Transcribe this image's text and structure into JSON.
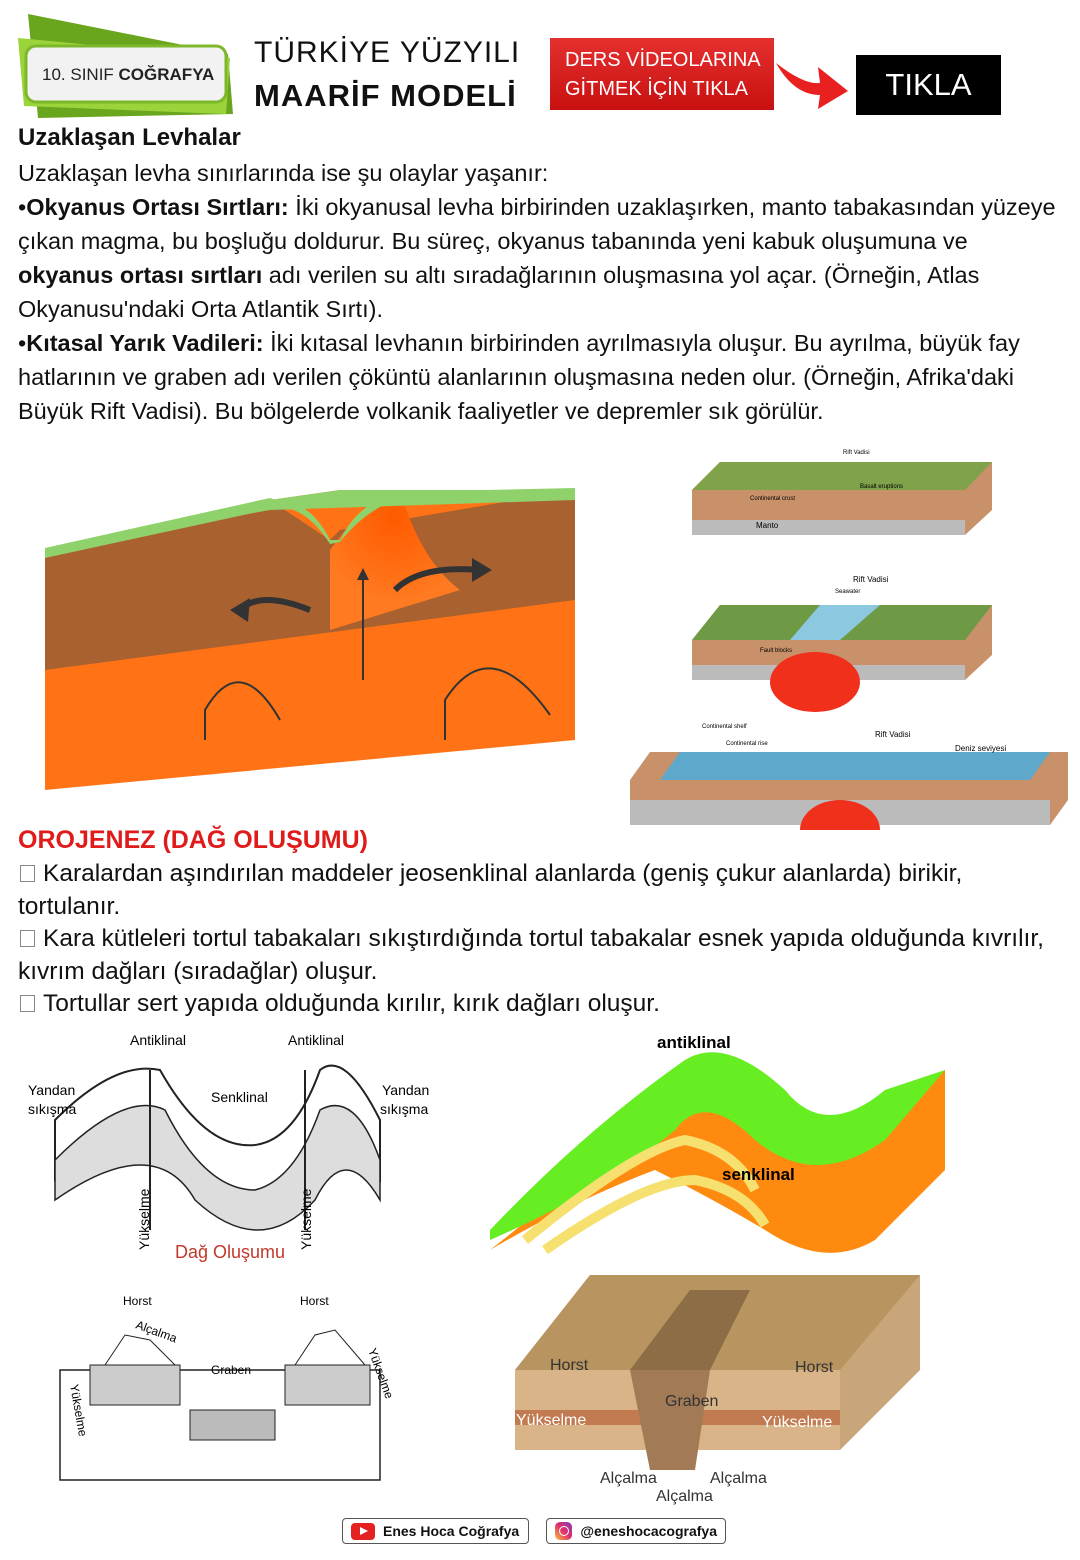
{
  "header": {
    "badge": {
      "prefix": "10. SINIF ",
      "bold": "COĞRAFYA"
    },
    "title_line1": "TÜRKİYE YÜZYILI",
    "title_line2": "MAARİF MODELİ",
    "video_button": {
      "line1": "DERS VİDEOLARINA",
      "line2": "GİTMEK İÇİN TIKLA"
    },
    "tikla_button": "TIKLA"
  },
  "section1": {
    "heading": "Uzaklaşan Levhalar",
    "intro": "Uzaklaşan levha sınırlarında ise şu olaylar yaşanır:",
    "p1": {
      "bullet": "•",
      "term": "Okyanus Ortası Sırtları:",
      "t1": " İki okyanusal levha birbirinden uzaklaşırken, manto tabakasından yüzeye çıkan magma, bu boşluğu doldurur. Bu süreç, okyanus tabanında yeni kabuk oluşumuna ve ",
      "bold2": "okyanus ortası sırtları",
      "t2": " adı verilen su altı sıradağlarının oluşmasına yol açar. (Örneğin, Atlas Okyanusu'ndaki Orta Atlantik Sırtı)."
    },
    "p2": {
      "bullet": "•",
      "term": "Kıtasal Yarık Vadileri:",
      "t1": " İki kıtasal levhanın birbirinden ayrılmasıyla oluşur. Bu ayrılma, büyük fay hatlarının ve graben adı verilen çöküntü alanlarının oluşmasına neden olur. (Örneğin, Afrika'daki Büyük Rift Vadisi). Bu bölgelerde volkanik faaliyetler ve depremler sık görülür."
    }
  },
  "rift_diagrams": {
    "d1": {
      "rift": "Rift Vadisi",
      "crust": "Continental crust",
      "basalt": "Basalt eruptions",
      "mantle": "Manto"
    },
    "d2": {
      "rift": "Rift Vadisi",
      "seawater": "Seawater",
      "fault": "Fault blocks"
    },
    "d3": {
      "shelf": "Continental shelf",
      "rise": "Continental rise",
      "rift": "Rift Vadisi",
      "sea_level": "Deniz seviyesi"
    }
  },
  "section2": {
    "heading": "OROJENEZ (DAĞ OLUŞUMU)",
    "items": [
      "Karalardan aşındırılan maddeler jeosenklinal alanlarda (geniş çukur alanlarda) birikir, tortulanır.",
      "Kara kütleleri tortul tabakaları sıkıştırdığında tortul tabakalar esnek yapıda olduğunda kıvrılır, kıvrım dağları (sıradağlar) oluşur.",
      "Tortullar sert yapıda olduğunda kırılır, kırık dağları oluşur."
    ]
  },
  "fold_diagram": {
    "antiklinal": "Antiklinal",
    "senklinal": "Senklinal",
    "yandan": "Yandan",
    "sikisma": "sıkışma",
    "yukselme": "Yükselme",
    "caption": "Dağ Oluşumu"
  },
  "fold_3d": {
    "antiklinal": "antiklinal",
    "senklinal": "senklinal"
  },
  "horst_diagram": {
    "horst": "Horst",
    "graben": "Graben",
    "alcalma": "Alçalma",
    "yukselme": "Yükselme"
  },
  "horst_3d": {
    "horst": "Horst",
    "graben": "Graben",
    "yukselme": "Yükselme",
    "alcalma": "Alçalma"
  },
  "footer": {
    "youtube": "Enes Hoca Coğrafya",
    "instagram": "@eneshocacografya"
  },
  "colors": {
    "accent_red": "#e01b1b",
    "badge_green": "#8cc63f",
    "magma": "#ff6a10"
  }
}
